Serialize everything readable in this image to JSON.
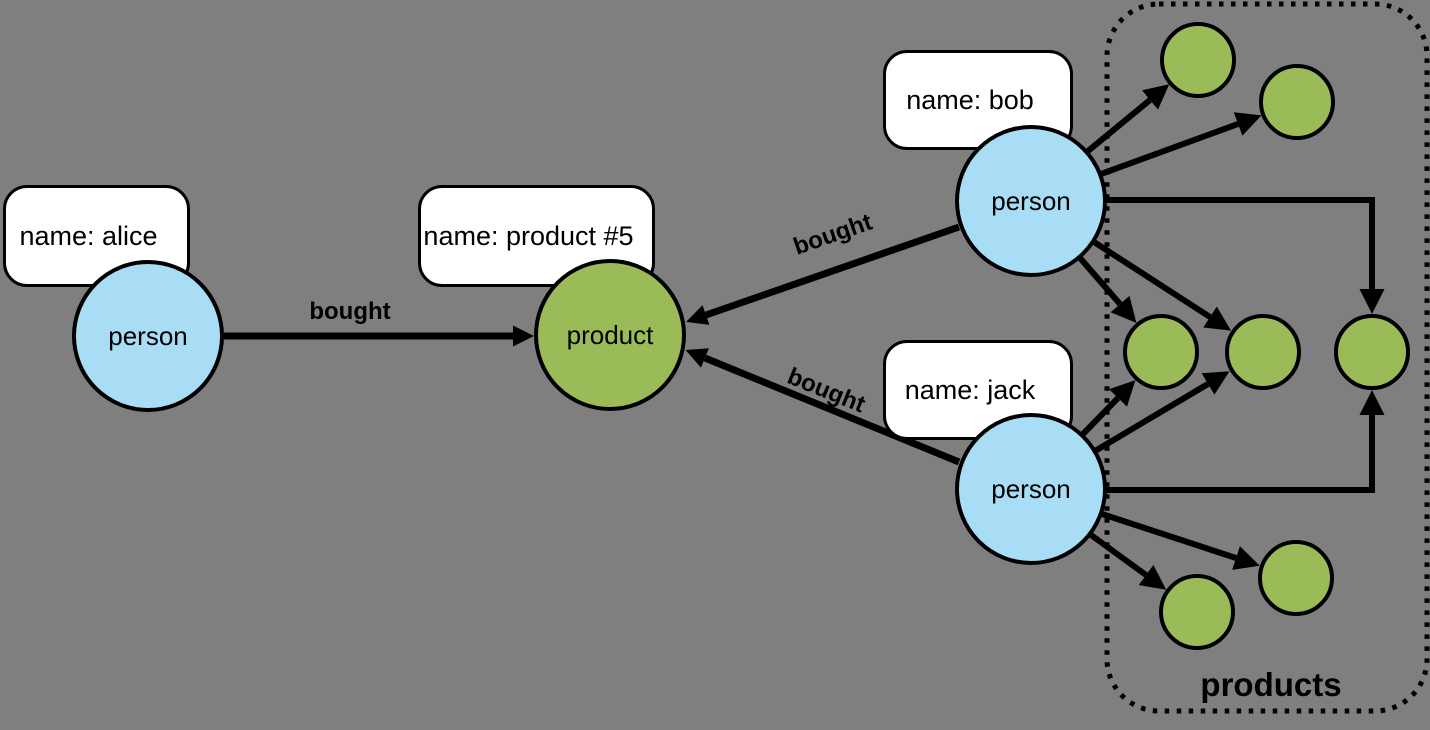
{
  "canvas": {
    "background": "#7f7f7f"
  },
  "colors": {
    "person_fill": "#a9dcf5",
    "product_fill": "#9bbb59",
    "outline": "#000000",
    "label_box_fill": "#ffffff"
  },
  "nodes": {
    "alice": {
      "type": "person",
      "property": "name: alice"
    },
    "product5": {
      "type": "product",
      "property": "name: product #5"
    },
    "bob": {
      "type": "person",
      "property": "name: bob"
    },
    "jack": {
      "type": "person",
      "property": "name: jack"
    }
  },
  "edges": {
    "alice_bought_label": "bought",
    "bob_bought_label": "bought",
    "jack_bought_label": "bought"
  },
  "products_group": {
    "label": "products",
    "anonymous_product_count": 7
  }
}
